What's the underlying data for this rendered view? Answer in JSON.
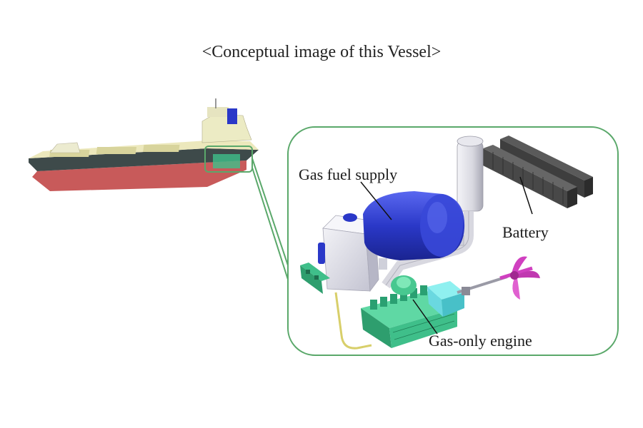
{
  "title": "<Conceptual image of this Vessel>",
  "labels": {
    "gas_fuel_supply": "Gas fuel supply",
    "battery": "Battery",
    "gas_only_engine": "Gas-only engine"
  },
  "colors": {
    "callout_frame": "#5aa86a",
    "hull_lower": "#c85a5a",
    "hull_upper": "#3a4a4a",
    "deck": "#e8e4b0",
    "tank": "#2a38c8",
    "engine": "#3fbf8a",
    "propeller": "#d040c0",
    "battery": "#444444"
  },
  "icons": [
    "ship-icon",
    "fuel-tank-icon",
    "battery-icon",
    "engine-icon",
    "propeller-icon",
    "exhaust-funnel-icon"
  ]
}
